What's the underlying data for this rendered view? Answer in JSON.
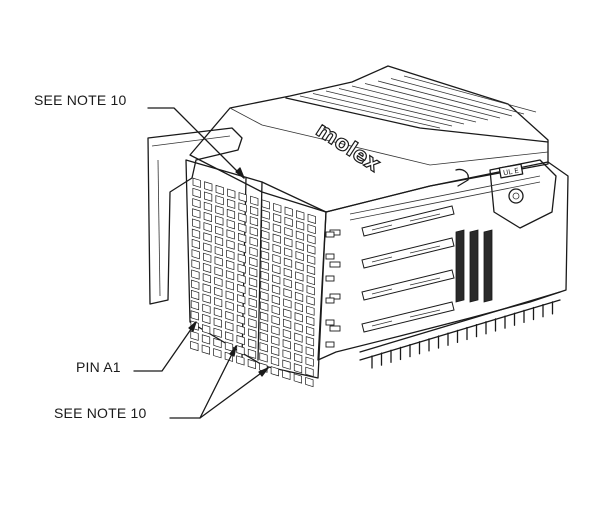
{
  "callouts": {
    "note_top": "SEE NOTE 10",
    "pin_a1": "PIN A1",
    "note_bottom": "SEE NOTE 10"
  },
  "brand": {
    "logo_text": "molex",
    "rating_tag": "UL E"
  },
  "colors": {
    "line": "#1a1a1a",
    "face_fill": "#ffffff",
    "shade_fill": "#e6e6e6",
    "dark_fill": "#2a2a2a"
  }
}
